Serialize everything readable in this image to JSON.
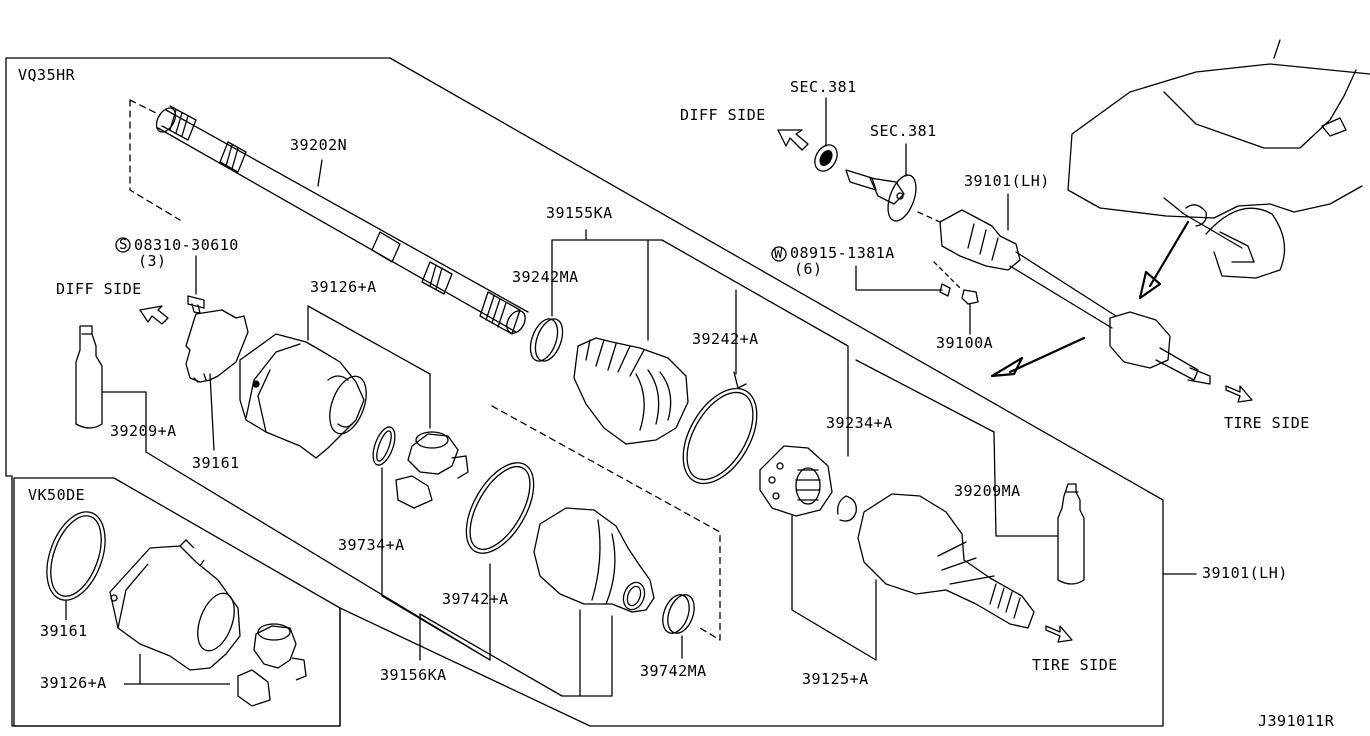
{
  "frames": {
    "main": "VQ35HR",
    "inset": "VK50DE"
  },
  "sides": {
    "diff_left": "DIFF SIDE",
    "diff_top": "DIFF SIDE",
    "tire_top": "TIRE SIDE",
    "tire_bottom": "TIRE SIDE"
  },
  "parts": {
    "shaft": "39202N",
    "bolt_code": "08310-30610",
    "bolt_qty": "(3)",
    "grease_left": "39209+A",
    "plate": "39161",
    "housing": "39126+A",
    "kit_155": "39155KA",
    "band_242ma": "39242MA",
    "band_242": "39242+A",
    "ring_734": "39734+A",
    "band_742": "39742+A",
    "kit_156": "39156KA",
    "band_742ma": "39742MA",
    "circlip_234": "39234+A",
    "grease_right": "39209MA",
    "joint_125": "39125+A",
    "sec_381_a": "SEC.381",
    "sec_381_b": "SEC.381",
    "shaft_lh_top": "39101(LH)",
    "washer_code": "08915-1381A",
    "washer_qty": "(6)",
    "nut": "39100A",
    "shaft_lh_side": "39101(LH)",
    "inset_plate": "39161",
    "inset_housing": "39126+A"
  },
  "marks": {
    "circle_s": "S",
    "circle_w": "W"
  },
  "footer": {
    "drawing_id": "J391011R"
  }
}
